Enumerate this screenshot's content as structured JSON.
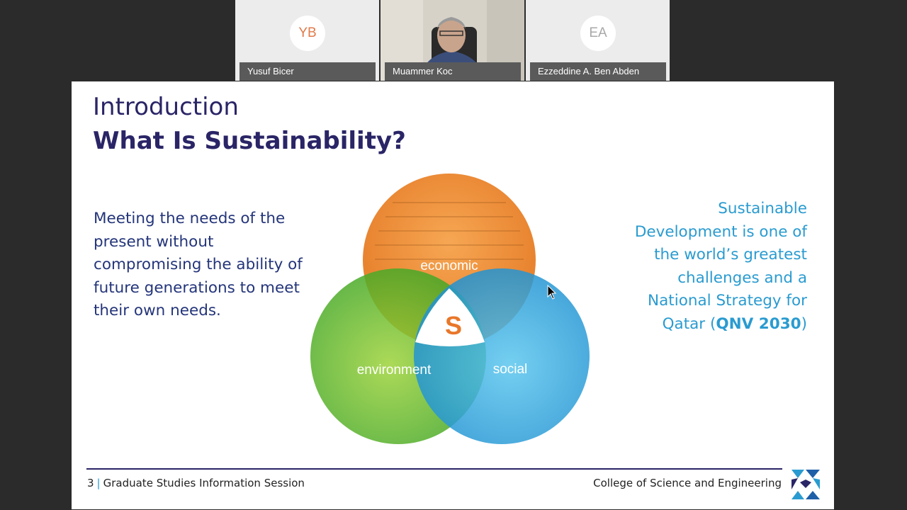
{
  "participants": [
    {
      "initials": "YB",
      "name": "Yusuf Bicer",
      "has_video": false
    },
    {
      "initials": "",
      "name": "Muammer Koc",
      "has_video": true
    },
    {
      "initials": "EA",
      "name": "Ezzeddine A. Ben Abden",
      "has_video": false
    }
  ],
  "slide": {
    "title_line1": "Introduction",
    "title_line2": "What Is Sustainability?",
    "left_text": "Meeting the needs of the present without compromising the ability of future generations to meet their own needs.",
    "right_text_pre": "Sustainable Development is one of the world’s greatest challenges and a National Strategy for Qatar",
    "right_text_bold": "QNV 2030",
    "venn": {
      "economic": "economic",
      "environment": "environment",
      "social": "social",
      "center": "S"
    },
    "footer_page": "3",
    "footer_left": "Graduate Studies Information Session",
    "footer_right": "College of Science and Engineering"
  },
  "colors": {
    "title": "#2a2566",
    "left_text": "#24357a",
    "right_text": "#2a9bd0",
    "center_s": "#e8772a"
  }
}
